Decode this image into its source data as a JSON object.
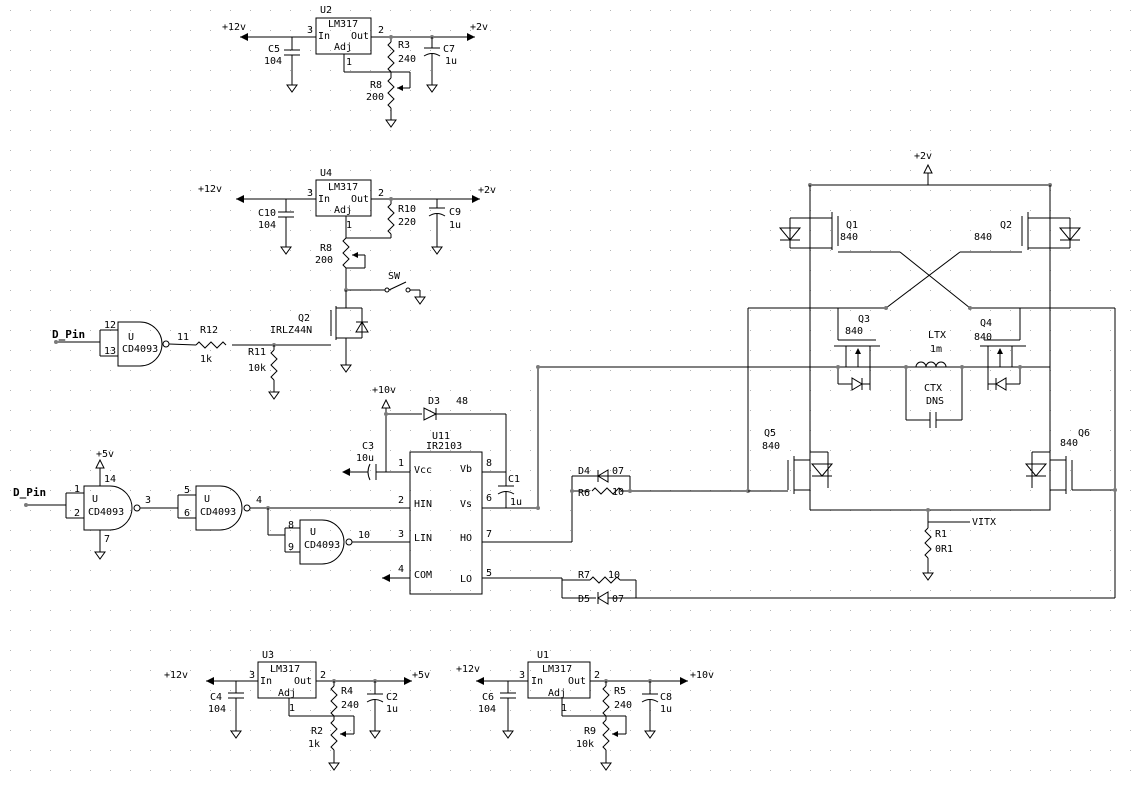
{
  "labels": {
    "u2_ref": "U2",
    "u2_part": "LM317",
    "u2_in": "In",
    "u2_out": "Out",
    "u2_adj": "Adj",
    "u2_p3": "3",
    "u2_p2": "2",
    "u2_p1": "1",
    "u2_vin": "+12v",
    "u2_vout": "+2v",
    "c5_ref": "C5",
    "c5_val": "104",
    "r3_ref": "R3",
    "r3_val": "240",
    "c7_ref": "C7",
    "c7_val": "1u",
    "r8a_ref": "R8",
    "r8a_val": "200",
    "u4_ref": "U4",
    "u4_part": "LM317",
    "u4_in": "In",
    "u4_out": "Out",
    "u4_adj": "Adj",
    "u4_p3": "3",
    "u4_p2": "2",
    "u4_p1": "1",
    "u4_vin": "+12v",
    "u4_vout": "+2v",
    "c10_ref": "C10",
    "c10_val": "104",
    "r10_ref": "R10",
    "r10_val": "220",
    "c9_ref": "C9",
    "c9_val": "1u",
    "r8b_ref": "R8",
    "r8b_val": "200",
    "sw_ref": "SW",
    "q2_ref": "Q2",
    "q2_val": "IRLZ44N",
    "r12_ref": "R12",
    "r12_val": "1k",
    "r11_ref": "R11",
    "r11_val": "10k",
    "dpin1": "D_Pin",
    "g1_ref": "U",
    "g1_part": "CD4093",
    "g1_p12": "12",
    "g1_p13": "13",
    "g1_p11": "11",
    "dpin2": "D_Pin",
    "g2_ref": "U",
    "g2_part": "CD4093",
    "g2_p1": "1",
    "g2_p2": "2",
    "g2_p3": "3",
    "g2_p14": "14",
    "g2_p7": "7",
    "v5": "+5v",
    "g3_ref": "U",
    "g3_part": "CD4093",
    "g3_p5": "5",
    "g3_p6": "6",
    "g3_p4": "4",
    "g4_ref": "U",
    "g4_part": "CD4093",
    "g4_p8": "8",
    "g4_p9": "9",
    "g4_p10": "10",
    "v10": "+10v",
    "d3_ref": "D3",
    "d3_val": "48",
    "c3_ref": "C3",
    "c3_val": "10u",
    "u11_ref": "U11",
    "u11_part": "IR2103",
    "u11_vcc": "Vcc",
    "u11_vb": "Vb",
    "u11_vs": "Vs",
    "u11_hin": "HIN",
    "u11_lin": "LIN",
    "u11_ho": "HO",
    "u11_com": "COM",
    "u11_lo": "LO",
    "u11_p1": "1",
    "u11_p8": "8",
    "u11_p6": "6",
    "u11_p2": "2",
    "u11_p3": "3",
    "u11_p7": "7",
    "u11_p4": "4",
    "u11_p5": "5",
    "c1_ref": "C1",
    "c1_val": "1u",
    "d4_ref": "D4",
    "d4_val": "07",
    "r6_ref": "R6",
    "r6_val": "10",
    "r7_ref": "R7",
    "r7_val": "10",
    "d5_ref": "D5",
    "d5_val": "07",
    "bridge_v": "+2v",
    "q1_ref": "Q1",
    "q1_val": "840",
    "q2b_ref": "Q2",
    "q2b_val": "840",
    "q3_ref": "Q3",
    "q3_val": "840",
    "q4_ref": "Q4",
    "q4_val": "840",
    "q5_ref": "Q5",
    "q5_val": "840",
    "q6_ref": "Q6",
    "q6_val": "840",
    "ltx_ref": "LTX",
    "ltx_val": "1m",
    "ctx_ref": "CTX",
    "ctx_val": "DNS",
    "r1_ref": "R1",
    "r1_val": "0R1",
    "vitx": "VITX",
    "u3_ref": "U3",
    "u3_part": "LM317",
    "u3_in": "In",
    "u3_out": "Out",
    "u3_adj": "Adj",
    "u3_p3": "3",
    "u3_p2": "2",
    "u3_p1": "1",
    "u3_vin": "+12v",
    "u3_vout": "+5v",
    "c4_ref": "C4",
    "c4_val": "104",
    "r4_ref": "R4",
    "r4_val": "240",
    "c2_ref": "C2",
    "c2_val": "1u",
    "r2_ref": "R2",
    "r2_val": "1k",
    "u1_ref": "U1",
    "u1_part": "LM317",
    "u1_in": "In",
    "u1_out": "Out",
    "u1_adj": "Adj",
    "u1_p3": "3",
    "u1_p2": "2",
    "u1_p1": "1",
    "u1_vin": "+12v",
    "u1_vout": "+10v",
    "c6_ref": "C6",
    "c6_val": "104",
    "r5_ref": "R5",
    "r5_val": "240",
    "c8_ref": "C8",
    "c8_val": "1u",
    "r9_ref": "R9",
    "r9_val": "10k"
  }
}
